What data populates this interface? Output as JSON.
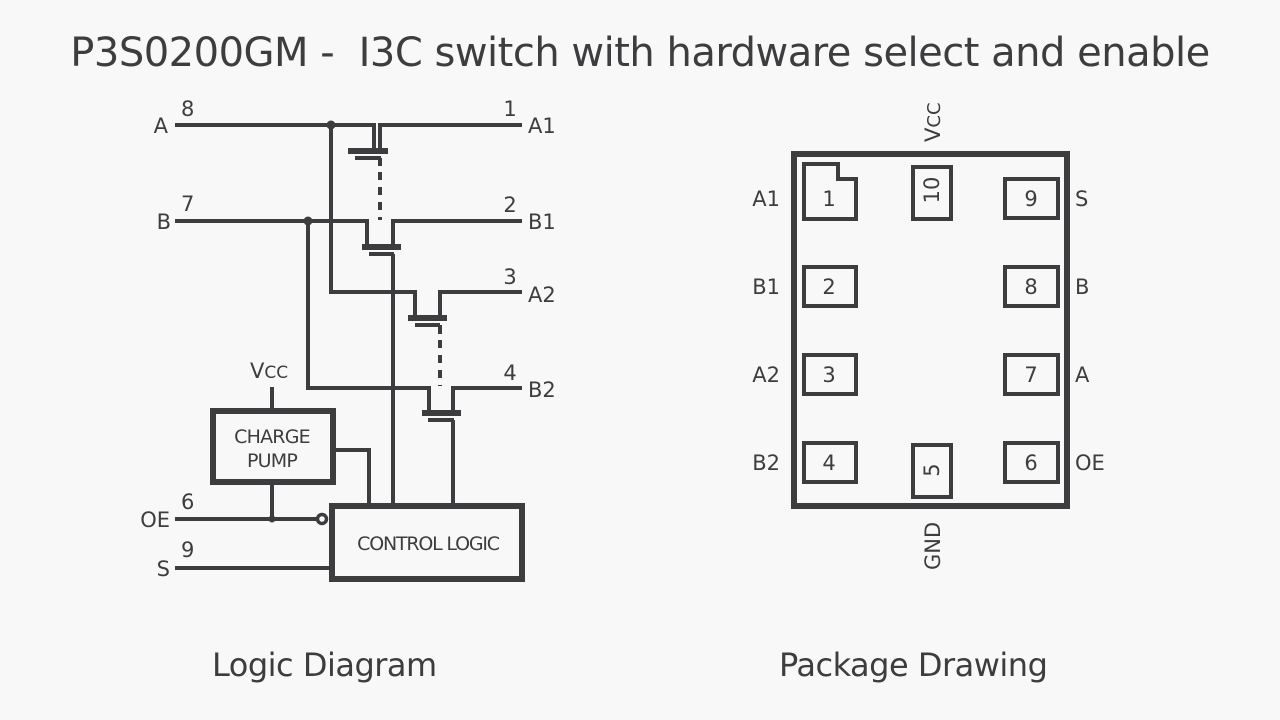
{
  "title": "P3S0200GM -  I3C switch with hardware select and enable",
  "colors": {
    "background": "#f8f8f8",
    "ink": "#3d3d3f"
  },
  "logic_diagram": {
    "caption": "Logic Diagram",
    "pins": [
      {
        "name": "A",
        "number": "8"
      },
      {
        "name": "B",
        "number": "7"
      },
      {
        "name": "OE",
        "number": "6"
      },
      {
        "name": "S",
        "number": "9"
      },
      {
        "name": "A1",
        "number": "1"
      },
      {
        "name": "B1",
        "number": "2"
      },
      {
        "name": "A2",
        "number": "3"
      },
      {
        "name": "B2",
        "number": "4"
      }
    ],
    "vcc_label": "V",
    "vcc_sub": "CC",
    "charge_pump": {
      "line1": "CHARGE",
      "line2": "PUMP"
    },
    "control_logic": "CONTROL LOGIC"
  },
  "package_drawing": {
    "caption": "Package Drawing",
    "top_label": "V",
    "top_sub": "CC",
    "bottom_label": "GND",
    "left_pins": [
      {
        "name": "A1",
        "number": "1"
      },
      {
        "name": "B1",
        "number": "2"
      },
      {
        "name": "A2",
        "number": "3"
      },
      {
        "name": "B2",
        "number": "4"
      }
    ],
    "right_pins": [
      {
        "name": "S",
        "number": "9"
      },
      {
        "name": "B",
        "number": "8"
      },
      {
        "name": "A",
        "number": "7"
      },
      {
        "name": "OE",
        "number": "6"
      }
    ],
    "top_pin": {
      "number": "10"
    },
    "bottom_pin": {
      "number": "5"
    }
  }
}
